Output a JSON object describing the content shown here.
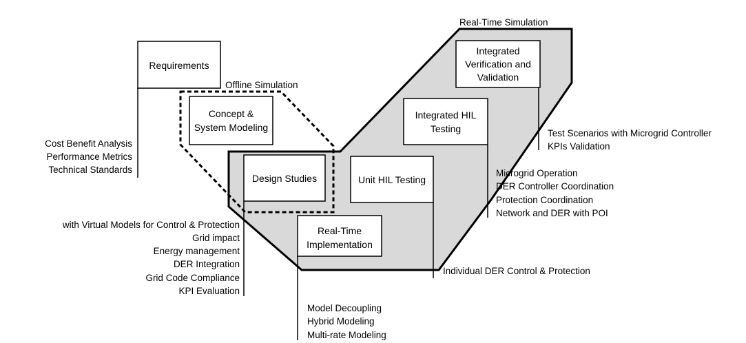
{
  "zones": {
    "real_time": "Real-Time Simulation",
    "offline": "Offline Simulation"
  },
  "boxes": {
    "requirements": [
      "Requirements"
    ],
    "concept": [
      "Concept &",
      "System Modeling"
    ],
    "design": [
      "Design Studies"
    ],
    "implementation": [
      "Real-Time",
      "Implementation"
    ],
    "unit_hil": [
      "Unit HIL Testing"
    ],
    "integrated_hil": [
      "Integrated HIL",
      "Testing"
    ],
    "ivv": [
      "Integrated",
      "Verification and",
      "Validation"
    ]
  },
  "notes": {
    "requirements": [
      "Cost Benefit Analysis",
      "Performance Metrics",
      "Technical Standards"
    ],
    "design": [
      "with Virtual Models for Control & Protection",
      "Grid impact",
      "Energy management",
      "DER Integration",
      "Grid Code Compliance",
      "KPI Evaluation"
    ],
    "implementation": [
      "Model Decoupling",
      "Hybrid Modeling",
      "Multi-rate Modeling"
    ],
    "unit_hil": [
      "Individual DER Control & Protection"
    ],
    "integrated_hil": [
      "Microgrid Operation",
      "DER Controller Coordination",
      "Protection Coordination",
      "Network and DER with POI"
    ],
    "ivv": [
      "Test Scenarios with Microgrid Controller",
      "KPIs Validation"
    ]
  }
}
